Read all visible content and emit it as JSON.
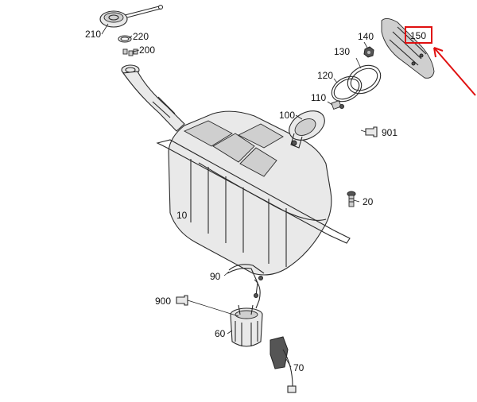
{
  "callouts": {
    "c210": "210",
    "c220": "220",
    "c200": "200",
    "c140": "140",
    "c150": "150",
    "c130": "130",
    "c120": "120",
    "c110": "110",
    "c100": "100",
    "c901": "901",
    "c20": "20",
    "c10": "10",
    "c90": "90",
    "c900": "900",
    "c60": "60",
    "c70": "70"
  },
  "highlight": {
    "part": "150",
    "color": "#e01010"
  }
}
